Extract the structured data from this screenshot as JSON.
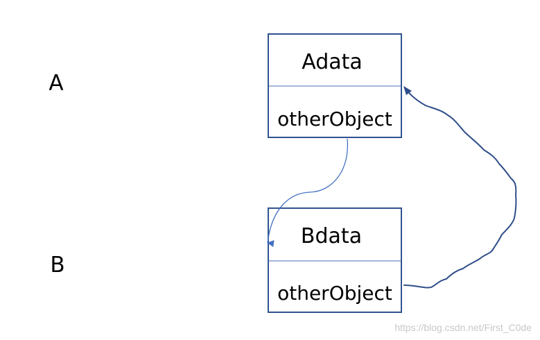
{
  "labels": {
    "row_a": "A",
    "row_b": "B"
  },
  "objects": [
    {
      "name": "Adata",
      "field": "otherObject"
    },
    {
      "name": "Bdata",
      "field": "otherObject"
    }
  ],
  "watermark": "https://blog.csdn.net/First_C0de",
  "colors": {
    "box_border": "#2f528f",
    "divider": "#4a6fb0",
    "arrow_a_to_b": "#4472c4",
    "arrow_b_to_a": "#2f4e8a",
    "text": "#000000",
    "watermark": "#c8c8c8"
  }
}
